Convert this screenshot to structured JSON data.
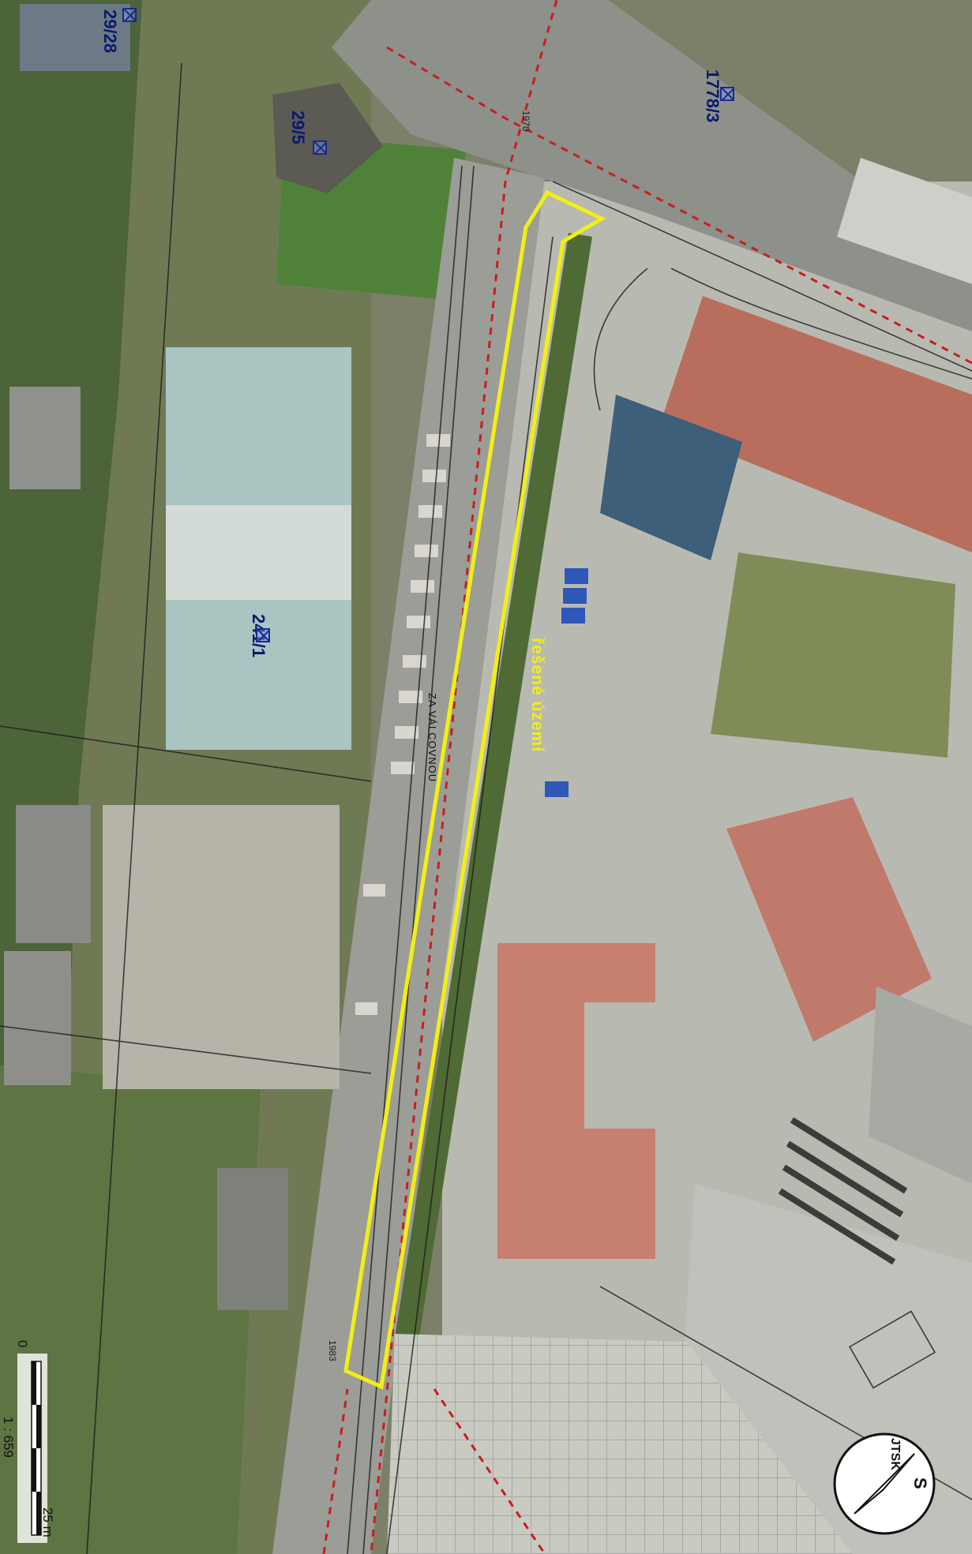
{
  "map": {
    "highlight_color": "#f2ee18",
    "boundary_color": "#c81e1e",
    "parcel_color": "#0a1a6e",
    "labels": {
      "area": "řešené území",
      "street": "ZA VÁLCOVNOU",
      "seg_top": "1970",
      "seg_bottom": "1983"
    },
    "parcels": [
      {
        "id": "p1",
        "label": "29/28"
      },
      {
        "id": "p2",
        "label": "1778/3"
      },
      {
        "id": "p3",
        "label": "29/5"
      },
      {
        "id": "p4",
        "label": "241/1"
      }
    ],
    "scale": {
      "ratio": "1 : 659",
      "zero": "0",
      "max": "25 m"
    },
    "compass": {
      "label": "JTSK",
      "letter": "S"
    }
  }
}
